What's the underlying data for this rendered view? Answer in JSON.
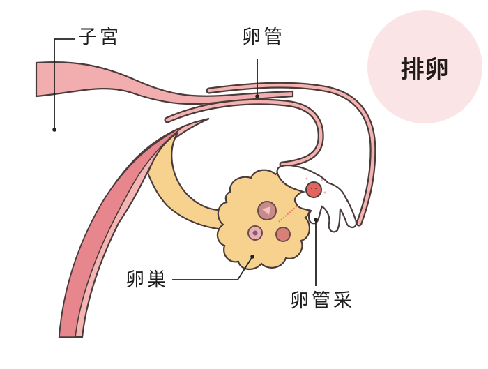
{
  "title_badge": {
    "text": "排卵",
    "background": "#fbe4e6"
  },
  "labels": {
    "uterus": "子宮",
    "fallopian_tube": "卵管",
    "ovary": "卵巣",
    "fimbriae": "卵管采"
  },
  "colors": {
    "uterus_fill": "#f2aeae",
    "uterus_dark_band": "#e8868e",
    "tube_fill": "#f4b3b0",
    "ovary_fill": "#f7d28e",
    "egg_fill": "#e2665e",
    "outline": "#4a3b3b",
    "leader_line": "#222222"
  }
}
